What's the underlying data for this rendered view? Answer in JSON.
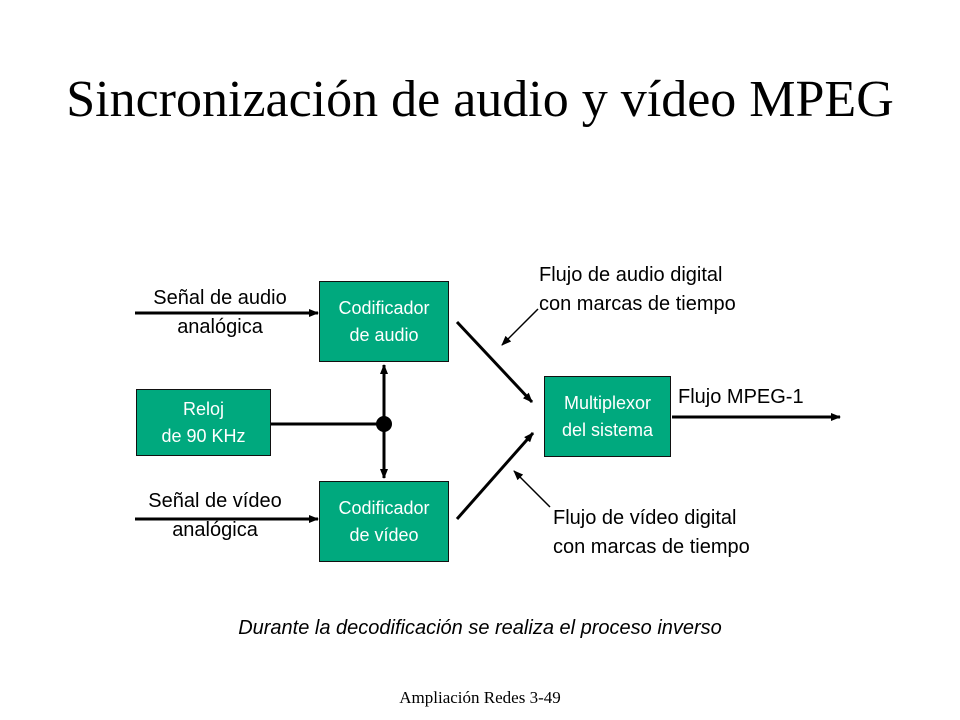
{
  "slide": {
    "title": "Sincronización de audio y vídeo MPEG",
    "footer": "Ampliación Redes 3-49",
    "note": "Durante la decodificación se realiza el proceso inverso"
  },
  "diagram": {
    "boxes": {
      "reloj": "Reloj\nde 90 KHz",
      "codificador_audio": "Codificador\nde audio",
      "codificador_video": "Codificador\nde vídeo",
      "multiplexor": "Multiplexor\ndel sistema"
    },
    "labels": {
      "senal_audio": "Señal de audio\nanalógica",
      "senal_video": "Señal de vídeo\nanalógica",
      "flujo_audio": "Flujo de audio digital\ncon marcas de tiempo",
      "flujo_video": "Flujo de vídeo digital\ncon marcas de tiempo",
      "flujo_mpeg": "Flujo MPEG-1"
    },
    "colors": {
      "box_fill": "#00a97e",
      "box_text": "#ffffff",
      "line": "#000000"
    }
  }
}
